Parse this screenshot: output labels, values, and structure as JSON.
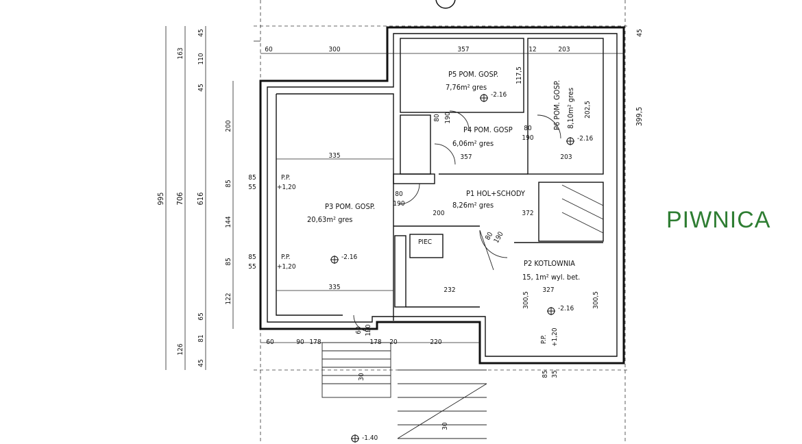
{
  "title": "PIWNICA",
  "rooms": [
    {
      "id": "P5",
      "name": "POM. GOSP.",
      "area": "7,76m²",
      "floor": "gres"
    },
    {
      "id": "P6",
      "name": "POM. GOSP.",
      "area": "8,10m²",
      "floor": "gres"
    },
    {
      "id": "P4",
      "name": "POM. GOSP",
      "area": "6,06m²",
      "floor": "gres"
    },
    {
      "id": "P1",
      "name": "HOL+SCHODY",
      "area": "8,26m²",
      "floor": "gres"
    },
    {
      "id": "P3",
      "name": "POM. GOSP.",
      "area": "20,63m²",
      "floor": "gres"
    },
    {
      "id": "P2",
      "name": "KOTLOWNIA",
      "area": "15, 1m²",
      "floor": "wyl. bet."
    }
  ],
  "labels": {
    "piec": "PIEC",
    "lvl_p5": "-2.16",
    "lvl_p6": "-2.16",
    "lvl_p3": "-2.16",
    "lvl_p2": "-2.16",
    "lvl_out": "-1.40",
    "pp": "P.P.",
    "pp_val": "+1,20"
  },
  "dims": {
    "left_total": "995",
    "left_mid": "706",
    "left_inner": "616",
    "left_segments": [
      "45",
      "110",
      "163",
      "45",
      "200",
      "85",
      "144",
      "85",
      "122",
      "65",
      "81",
      "126",
      "45"
    ],
    "top": [
      "60",
      "300",
      "357",
      "12",
      "203",
      "45"
    ],
    "right": [
      "399,5"
    ],
    "interior": [
      "335",
      "335",
      "357",
      "203",
      "372",
      "200",
      "232",
      "327",
      "220",
      "178",
      "60",
      "90",
      "178",
      "20",
      "80",
      "190",
      "80",
      "190",
      "80",
      "190",
      "80",
      "190",
      "60",
      "190",
      "85",
      "55",
      "85",
      "55",
      "85",
      "35",
      "30",
      "30",
      "300,5",
      "300,5",
      "117,5",
      "202,5",
      "203"
    ]
  }
}
